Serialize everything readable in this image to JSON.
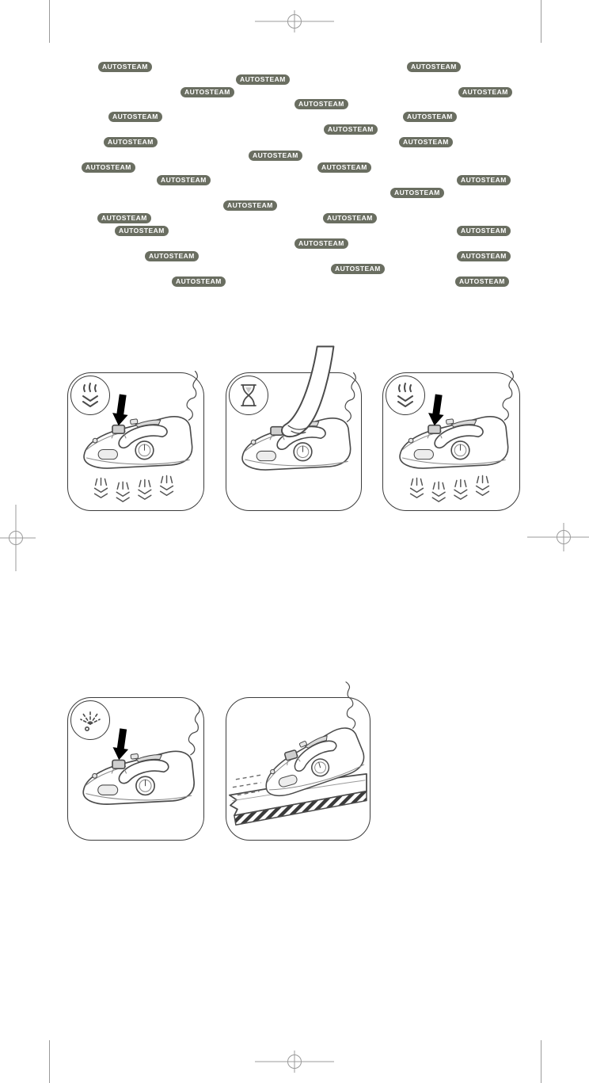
{
  "page": {
    "kind": "appliance-instruction-manual-page",
    "background_color": "#ffffff"
  },
  "badge_cloud": {
    "label": "AUTOSTEAM",
    "count": 28,
    "pill_background": "#6a6e61",
    "pill_text_color": "#ffffff"
  },
  "figures": {
    "panel_1": {
      "corner_icon": "autosteam-down-icon",
      "shows": [
        "press-arrow",
        "iron",
        "steam-jets"
      ]
    },
    "panel_2": {
      "corner_icon": "hourglass-icon",
      "shows": [
        "hand",
        "iron"
      ]
    },
    "panel_3": {
      "corner_icon": "autosteam-down-icon",
      "shows": [
        "press-arrow",
        "iron",
        "steam-jets"
      ]
    },
    "panel_4": {
      "corner_icon": "spray-icon",
      "shows": [
        "press-arrow",
        "iron"
      ]
    },
    "panel_5": {
      "corner_icon": null,
      "shows": [
        "iron",
        "fabric",
        "motion-dashes"
      ]
    }
  },
  "print_marks": {
    "color": "#9b9b9b",
    "registration_targets": [
      "top-center",
      "bottom-center",
      "left-middle",
      "right-middle"
    ],
    "corner_bars": [
      "top-left",
      "top-right",
      "bottom-left",
      "bottom-right"
    ]
  }
}
